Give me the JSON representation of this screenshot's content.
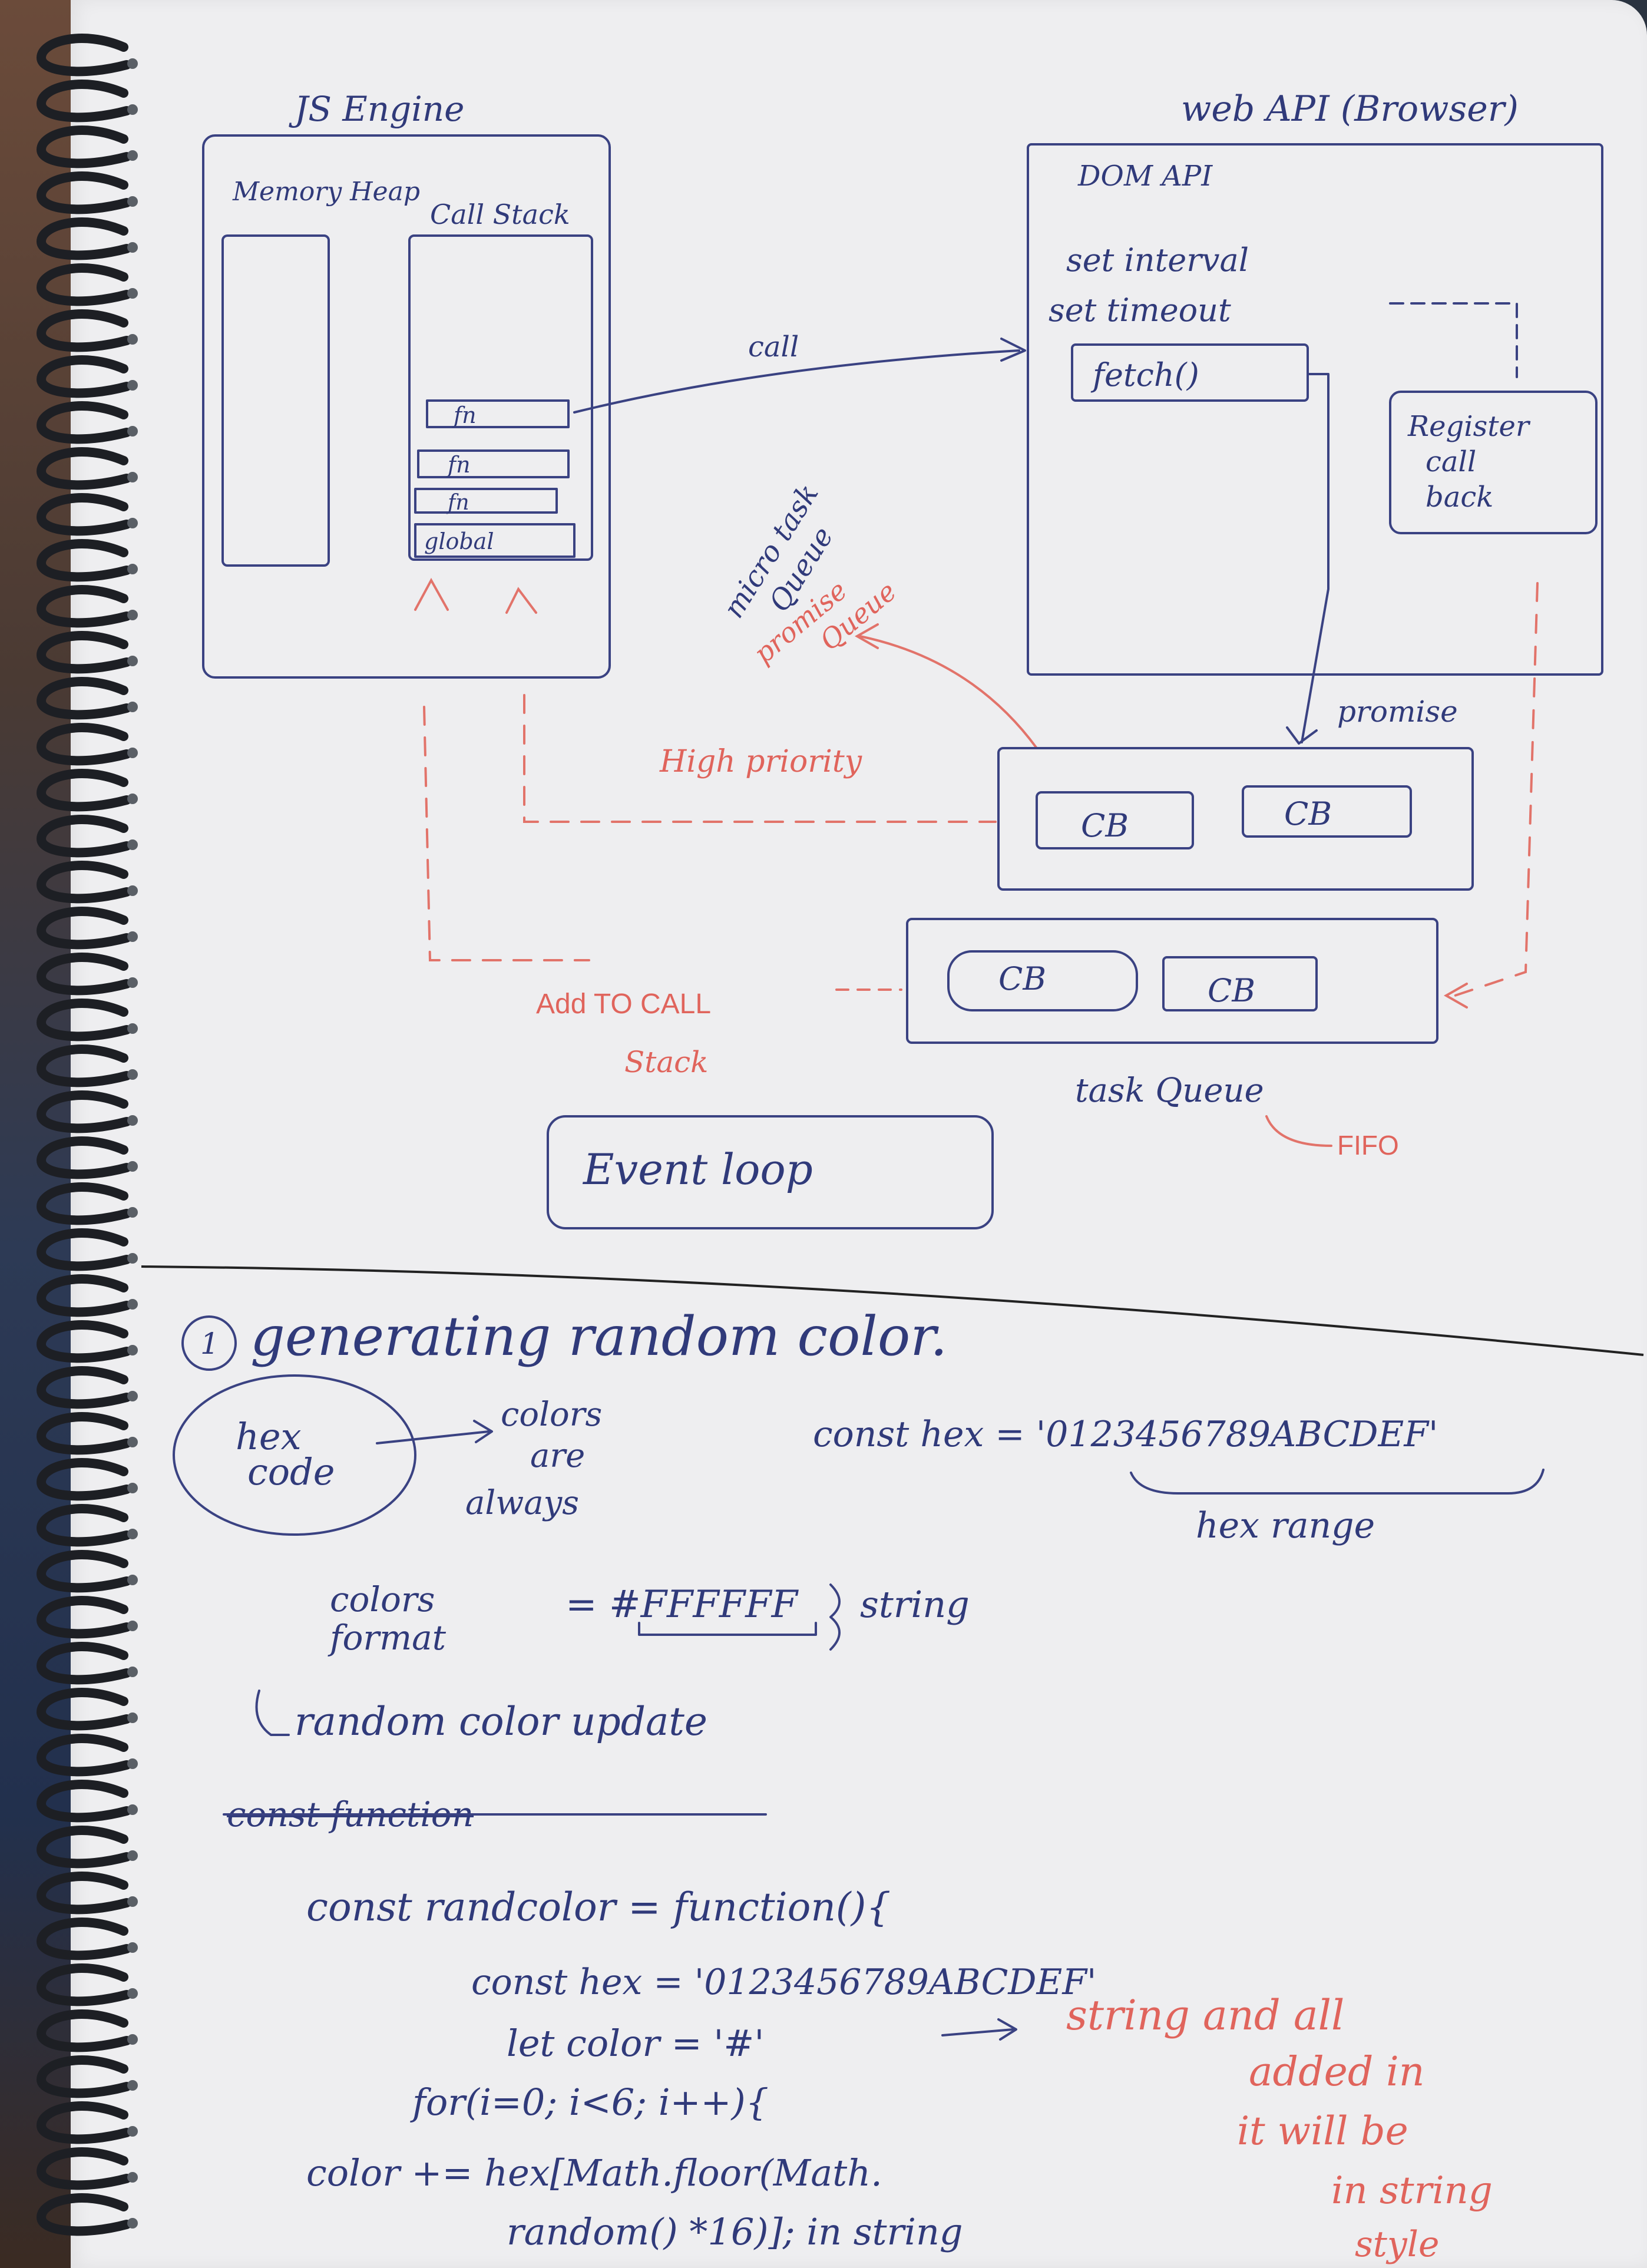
{
  "diagram": {
    "js_engine": {
      "title": "JS Engine",
      "memory_heap": "Memory Heap",
      "call_stack": "Call Stack",
      "frames": [
        "fn",
        "fn",
        "fn",
        "global"
      ]
    },
    "web_api": {
      "title": "web API (Browser)",
      "items": [
        "DOM API",
        "set interval",
        "set timeout",
        "fetch()"
      ],
      "register_callback": [
        "Register",
        "call",
        "back"
      ]
    },
    "call_label": "call",
    "promise_label": "promise",
    "microtask_queue": [
      "micro task",
      "Queue"
    ],
    "promise_queue": [
      "promise",
      "Queue"
    ],
    "high_priority": "High priority",
    "microtask_cbs": [
      "CB",
      "CB"
    ],
    "task_cbs": [
      "CB",
      "CB"
    ],
    "add_to_call_stack": [
      "Add TO CALL",
      "Stack"
    ],
    "task_queue": "task Queue",
    "fifo": "FIFO",
    "event_loop": "Event loop"
  },
  "notes": {
    "heading_number": "1",
    "heading": "generating random color.",
    "hex_code": [
      "hex",
      "code"
    ],
    "colors_always": [
      "colors",
      "are",
      "always"
    ],
    "const_hex": "const hex = '0123456789ABCDEF'",
    "hex_range": "hex range",
    "colors_format": [
      "colors",
      "format"
    ],
    "format_value": "= #FFFFFF",
    "string": "string",
    "random_update": "random color update",
    "struck_text": "const function",
    "code": [
      "const randcolor = function(){",
      "const hex = '0123456789ABCDEF'",
      "let color = '#'",
      "for(i=0; i<6; i++){",
      "color += hex[Math.floor(Math.",
      "random() *16)]; in string"
    ],
    "side_note": [
      "string and all",
      "added in",
      "it will be",
      "in string",
      "style"
    ]
  },
  "colors": {
    "ink_blue": "#303a7a",
    "ink_red": "#e0645c",
    "paper": "#eeeef0"
  }
}
